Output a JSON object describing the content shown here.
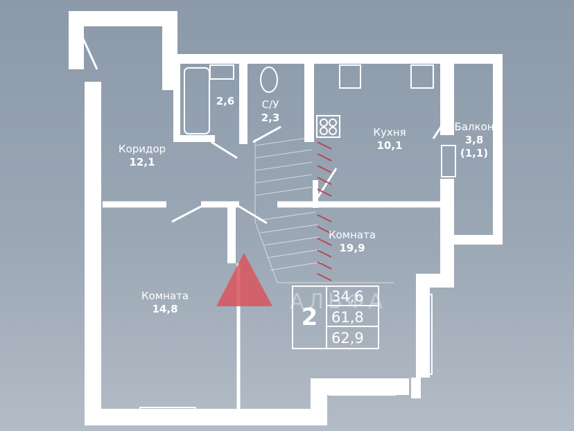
{
  "rooms": [
    {
      "name": "Коридор",
      "area": "12,1"
    },
    {
      "name": "",
      "area": "2,6"
    },
    {
      "name": "С/У",
      "area": "2,3"
    },
    {
      "name": "Кухня",
      "area": "10,1"
    },
    {
      "name": "Балкон",
      "area": "3,8",
      "extra": "(1,1)"
    },
    {
      "name": "Комната",
      "area": "19,9"
    },
    {
      "name": "Комната",
      "area": "14,8"
    }
  ],
  "summary": {
    "room_count": "2",
    "living_area": "34,6",
    "total_area": "61,8",
    "total_with_balcony": "62,9"
  },
  "watermark": "АЛЬФА",
  "colors": {
    "wall": "#ffffff",
    "accent": "#d9535d"
  }
}
